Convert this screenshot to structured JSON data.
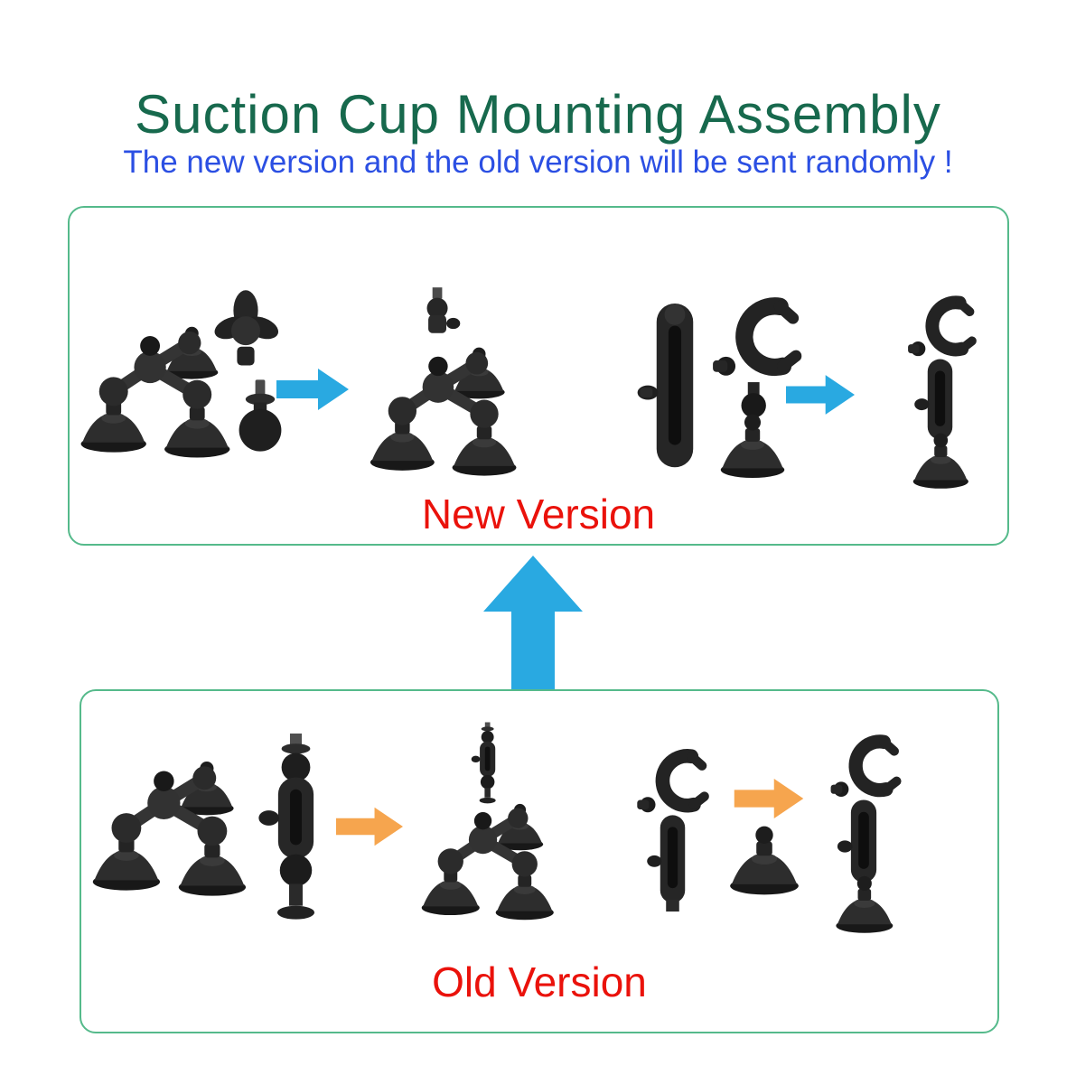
{
  "header": {
    "title": "Suction Cup Mounting Assembly",
    "subtitle": "The new version and the old version will be sent randomly !"
  },
  "panels": {
    "new": {
      "label": "New Version"
    },
    "old": {
      "label": "Old Version"
    }
  },
  "colors": {
    "background": "#ffffff",
    "title_green": "#17694d",
    "subtitle_blue": "#2b4fe3",
    "label_red": "#ea120b",
    "panel_border_green": "#55ba8b",
    "arrow_blue": "#29a9e1",
    "arrow_orange": "#f6a54e",
    "part_dark": "#262626"
  },
  "icons": {
    "right_arrow": "right-arrow-icon",
    "up_arrow": "up-arrow-icon"
  }
}
